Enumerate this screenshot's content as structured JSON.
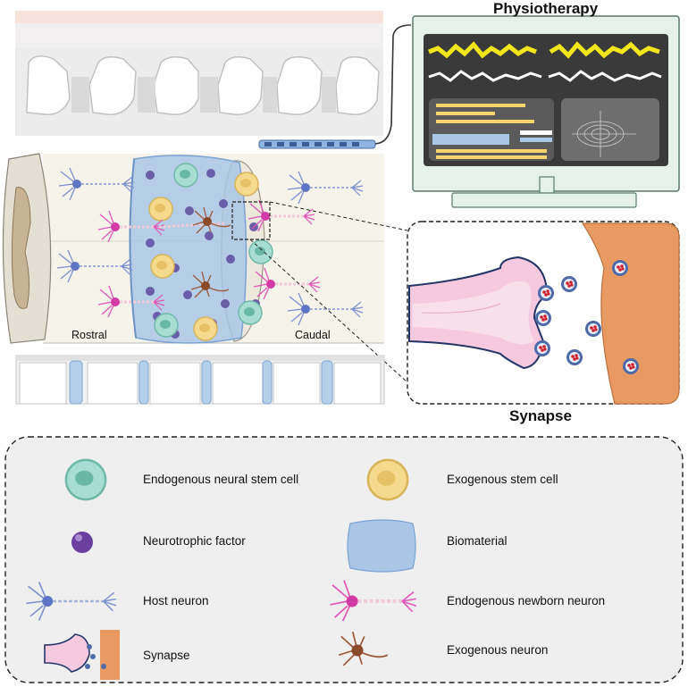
{
  "monitor": {
    "title": "Physiotherapy"
  },
  "spine": {
    "rostral_label": "Rostral",
    "caudal_label": "Caudal"
  },
  "synapse": {
    "title": "Synapse"
  },
  "legend": {
    "items": [
      {
        "label": "Endogenous neural stem cell",
        "icon": "endogenous-neural-stem-cell-icon"
      },
      {
        "label": "Exogenous stem cell",
        "icon": "exogenous-stem-cell-icon"
      },
      {
        "label": "Neurotrophic factor",
        "icon": "neurotrophic-factor-icon"
      },
      {
        "label": "Biomaterial",
        "icon": "biomaterial-icon"
      },
      {
        "label": "Host neuron",
        "icon": "host-neuron-icon"
      },
      {
        "label": "Endogenous newborn neuron",
        "icon": "endogenous-newborn-neuron-icon"
      },
      {
        "label": "Synapse",
        "icon": "synapse-icon"
      },
      {
        "label": "Exogenous neuron",
        "icon": "exogenous-neuron-icon"
      }
    ]
  },
  "colors": {
    "stem_cell_endogenous": "#a8ddd2",
    "stem_cell_exogenous": "#f5d98c",
    "neurotrophic_factor": "#6b3fa0",
    "biomaterial": "#a9c6e6",
    "host_neuron": "#7b8fd0",
    "newborn_neuron": "#e256b8",
    "exogenous_neuron": "#9b5a3a",
    "muscle": "#e99a63",
    "eeg_yellow": "#f2e51a"
  }
}
